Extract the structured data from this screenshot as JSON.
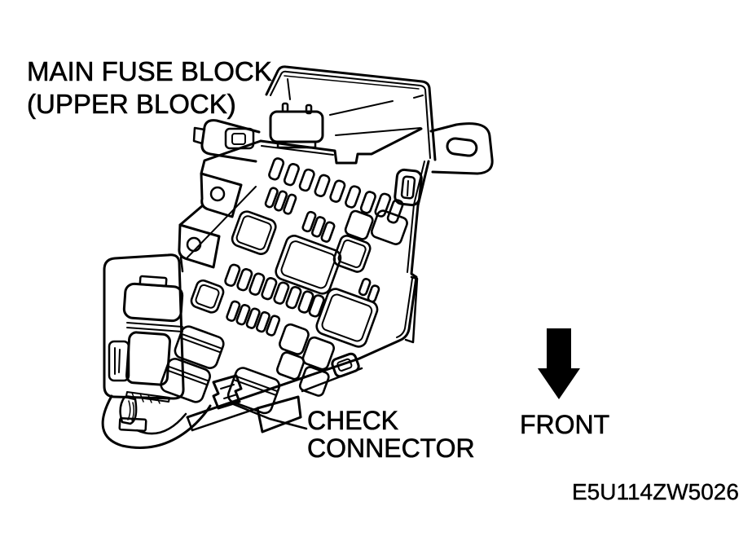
{
  "figure": {
    "background_color": "#ffffff",
    "line_color": "#000000",
    "labels": {
      "component": {
        "line1": "MAIN FUSE BLOCK",
        "line2": "(UPPER BLOCK)"
      },
      "callout": {
        "line1": "CHECK",
        "line2": "CONNECTOR"
      },
      "direction": {
        "text": "FRONT",
        "icon": "down-arrow"
      },
      "figure_code": "E5U114ZW5026"
    }
  }
}
